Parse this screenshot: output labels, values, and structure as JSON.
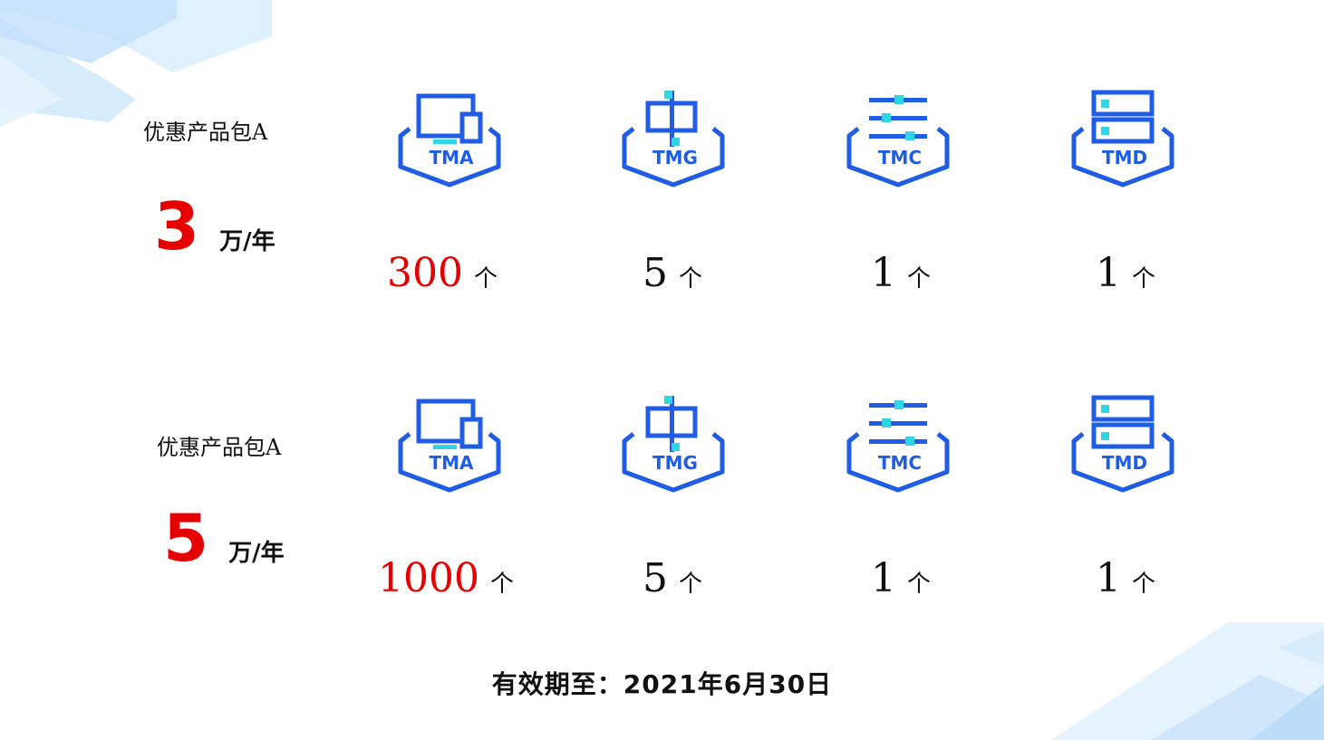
{
  "packages": [
    {
      "title": "优惠产品包A",
      "price": "3",
      "price_unit": "万/年",
      "items": [
        {
          "code": "TMA",
          "icon": "devices-icon",
          "count": "300",
          "unit": "个",
          "highlight": true
        },
        {
          "code": "TMG",
          "icon": "gateway-icon",
          "count": "5",
          "unit": "个",
          "highlight": false
        },
        {
          "code": "TMC",
          "icon": "config-icon",
          "count": "1",
          "unit": "个",
          "highlight": false
        },
        {
          "code": "TMD",
          "icon": "server-icon",
          "count": "1",
          "unit": "个",
          "highlight": false
        }
      ]
    },
    {
      "title": "优惠产品包A",
      "price": "5",
      "price_unit": "万/年",
      "items": [
        {
          "code": "TMA",
          "icon": "devices-icon",
          "count": "1000",
          "unit": "个",
          "highlight": true
        },
        {
          "code": "TMG",
          "icon": "gateway-icon",
          "count": "5",
          "unit": "个",
          "highlight": false
        },
        {
          "code": "TMC",
          "icon": "config-icon",
          "count": "1",
          "unit": "个",
          "highlight": false
        },
        {
          "code": "TMD",
          "icon": "server-icon",
          "count": "1",
          "unit": "个",
          "highlight": false
        }
      ]
    }
  ],
  "validity": "有效期至：2021年6月30日",
  "colors": {
    "accent_blue": "#1f5de6",
    "accent_cyan": "#2fd6e6",
    "price_red": "#e60000"
  }
}
